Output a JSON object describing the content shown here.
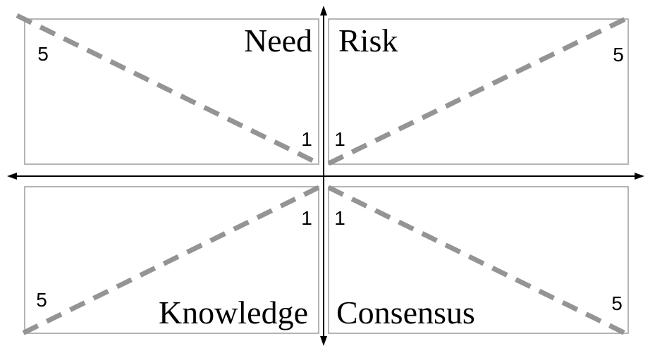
{
  "diagram": {
    "quadrants": {
      "top_left": {
        "label": "Need",
        "scale_min": "1",
        "scale_max": "5"
      },
      "top_right": {
        "label": "Risk",
        "scale_min": "1",
        "scale_max": "5"
      },
      "bottom_left": {
        "label": "Knowledge",
        "scale_min": "1",
        "scale_max": "5"
      },
      "bottom_right": {
        "label": "Consensus",
        "scale_min": "1",
        "scale_max": "5"
      }
    },
    "colors": {
      "axis": "#000000",
      "box_border": "#9c9c9c",
      "dashed_line": "#949494",
      "text": "#000000",
      "background": "#ffffff"
    }
  }
}
